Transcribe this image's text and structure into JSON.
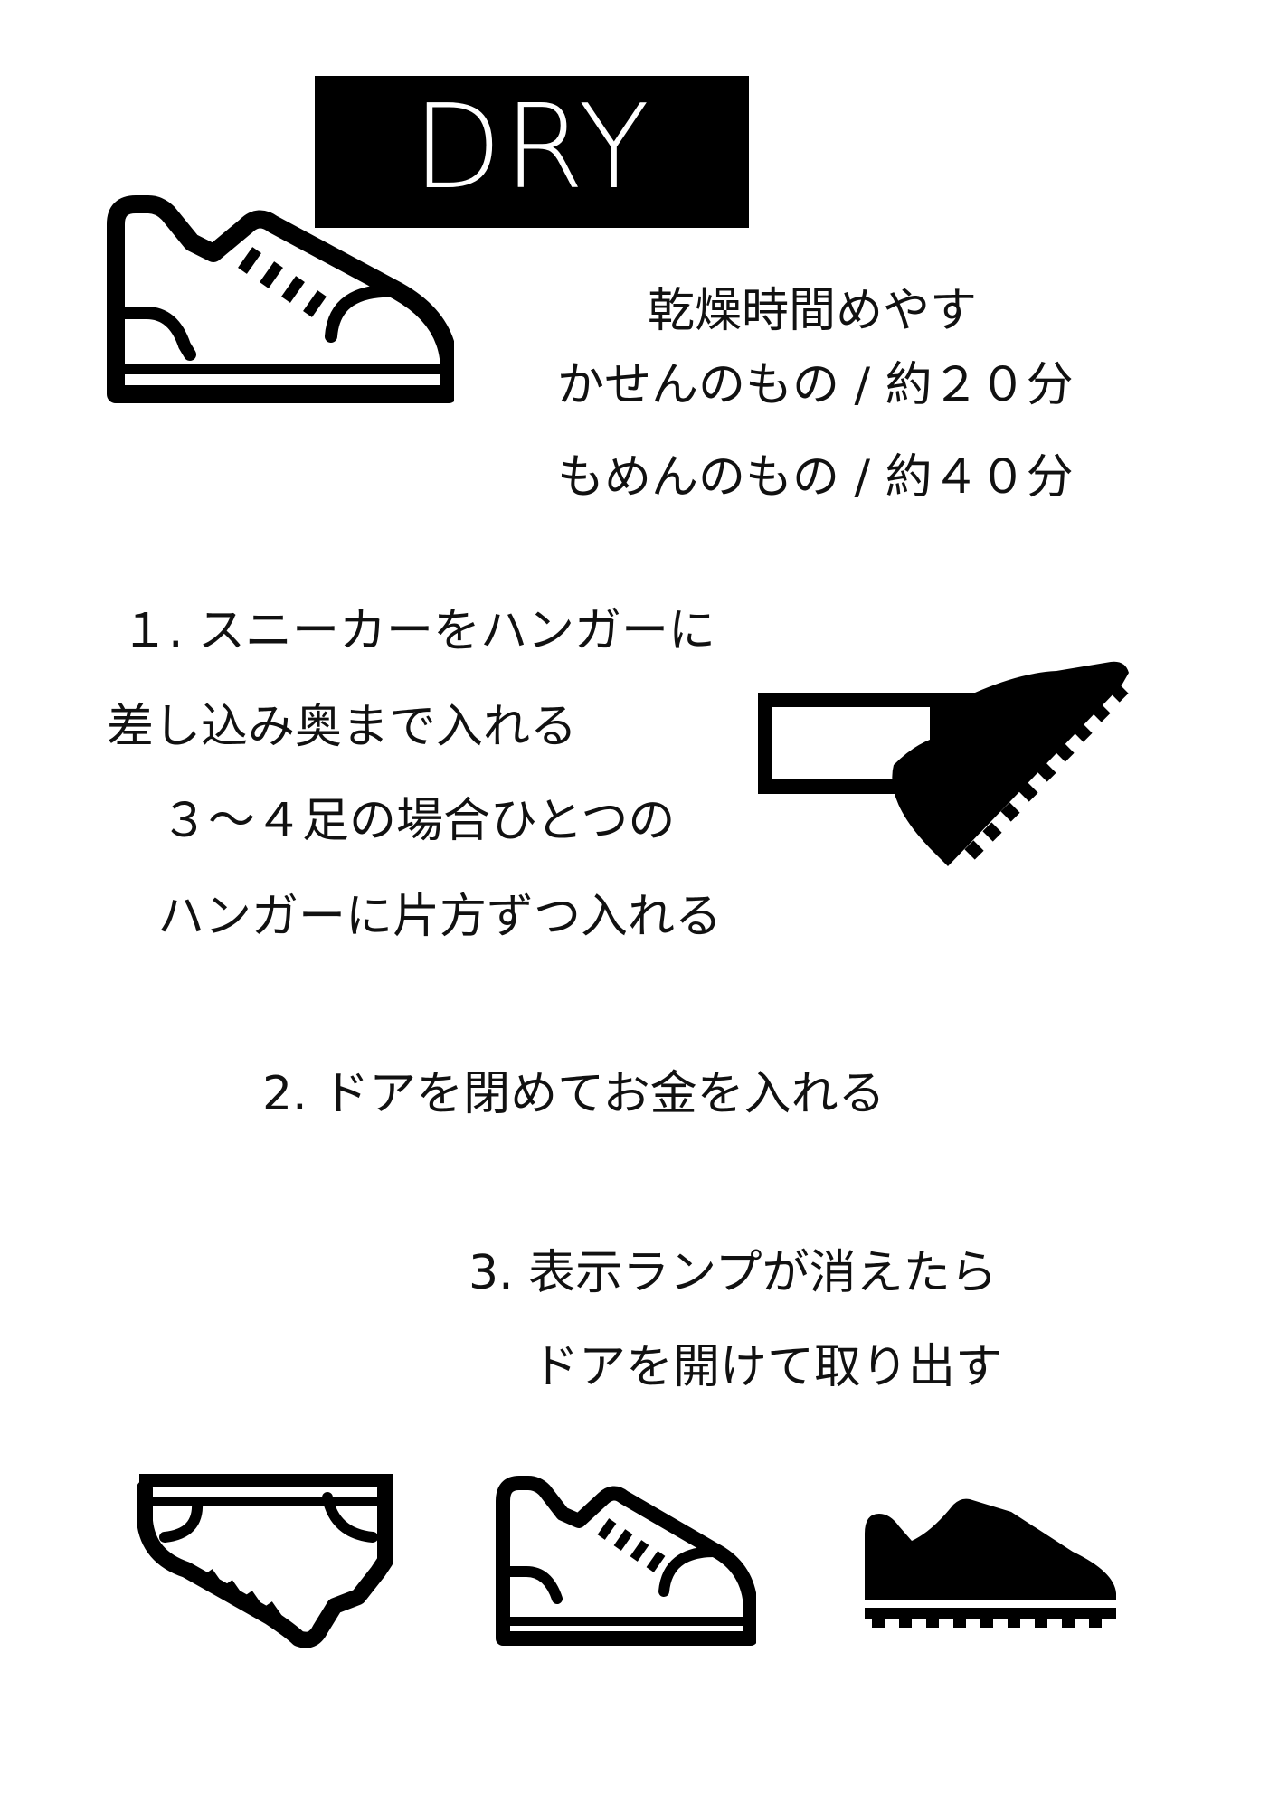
{
  "title": "DRY",
  "drying_time": {
    "heading": "乾燥時間めやす",
    "synthetic": "かせんのもの / 約２０分",
    "cotton": "もめんのもの / 約４０分"
  },
  "step1": {
    "line1": "１. スニーカーをハンガーに",
    "line2": "差し込み奥まで入れる",
    "line3": "３～４足の場合ひとつの",
    "line4": "ハンガーに片方ずつ入れる"
  },
  "step2": {
    "line1": "2. ドアを閉めてお金を入れる"
  },
  "step3": {
    "line1": "3. 表示ランプが消えたら",
    "line2": "ドアを開けて取り出す"
  },
  "icons": {
    "top": "sneaker-outline-icon",
    "hanger": "shoe-on-hanger-icon",
    "bottom": [
      "sneaker-upside-down-icon",
      "sneaker-outline-icon",
      "sneaker-filled-icon"
    ]
  },
  "colors": {
    "ink": "#000000",
    "paper": "#ffffff"
  }
}
